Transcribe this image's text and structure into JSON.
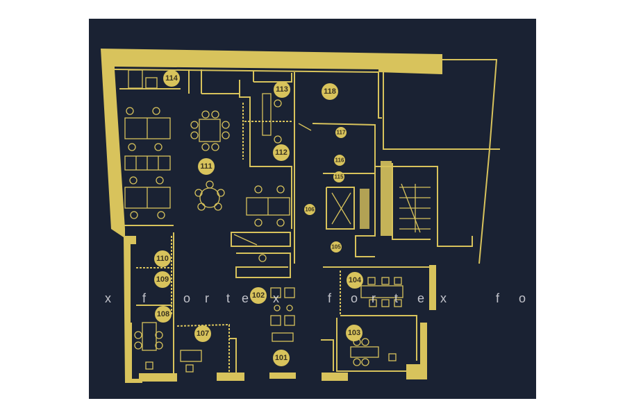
{
  "floor_plan": {
    "rooms": {
      "r101": "101",
      "r102": "102",
      "r103": "103",
      "r104": "104",
      "r105": "105",
      "r106": "106",
      "r107": "107",
      "r108": "108",
      "r109": "109",
      "r110": "110",
      "r111": "111",
      "r112": "112",
      "r113": "113",
      "r114": "114",
      "r115": "115",
      "r116": "116",
      "r117": "117",
      "r118": "118"
    },
    "colors": {
      "background": "#1a2233",
      "lines": "#d8c35c"
    }
  },
  "watermark": [
    "x",
    "f",
    "o",
    "r",
    "t",
    "e",
    "x",
    "f",
    "o",
    "r",
    "t",
    "e",
    "x",
    "f",
    "o"
  ]
}
